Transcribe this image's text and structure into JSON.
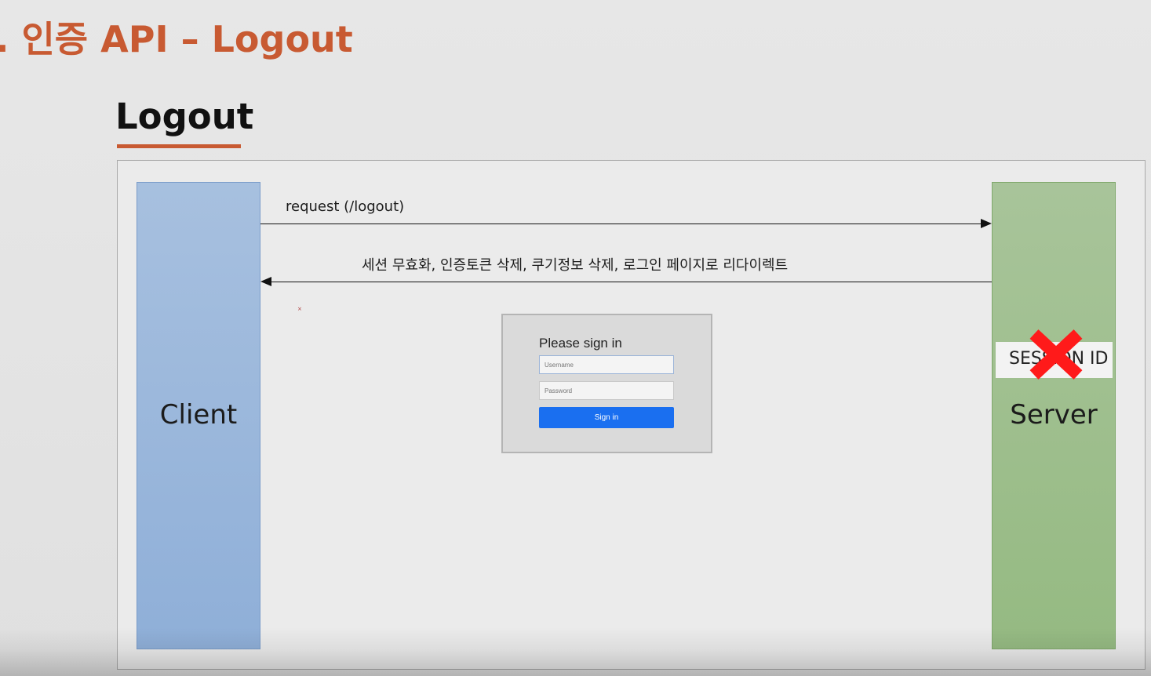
{
  "slide": {
    "title": ". 인증 API – Logout",
    "section_heading": "Logout"
  },
  "diagram": {
    "client_label": "Client",
    "server_label": "Server",
    "request_label": "request (/logout)",
    "response_label": "세션 무효화,  인증토큰 삭제, 쿠기정보 삭제, 로그인 페이지로 리다이렉트",
    "session_chip_text": "SESSION ID",
    "session_status": "deleted"
  },
  "login_form": {
    "title": "Please sign in",
    "username_placeholder": "Username",
    "password_placeholder": "Password",
    "submit_label": "Sign in"
  },
  "colors": {
    "title_accent": "#c85a32",
    "client_fill": "#9ab6dc",
    "server_fill": "#9fbf8e",
    "sign_in_button": "#1a6ff0",
    "delete_mark": "#ff1a1a"
  },
  "icons": {
    "session_delete": "red-x-icon"
  }
}
